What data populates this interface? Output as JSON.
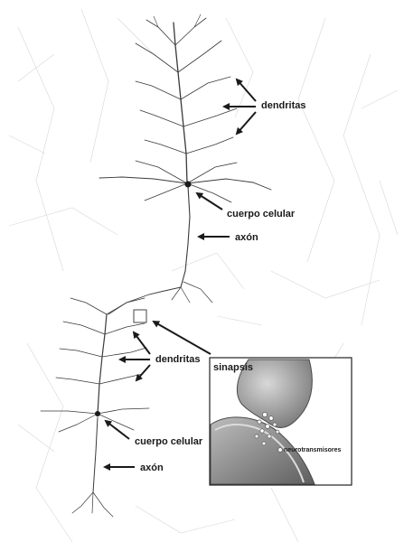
{
  "labels": {
    "dendritas_top": "dendritas",
    "cuerpo_celular_top": "cuerpo celular",
    "axon_top": "axón",
    "dendritas_bottom": "dendritas",
    "cuerpo_celular_bottom": "cuerpo celular",
    "axon_bottom": "axón",
    "sinapsis": "sinapsis",
    "neurotransmisores": "neurotransmisores"
  },
  "colors": {
    "background": "#ffffff",
    "neuron": "#3a3a3a",
    "background_neurons": "#cfcfcf",
    "arrow": "#1a1a1a",
    "inset_border": "#222222",
    "terminal": "#9a9a9a",
    "membrane": "#6f6f6f"
  }
}
